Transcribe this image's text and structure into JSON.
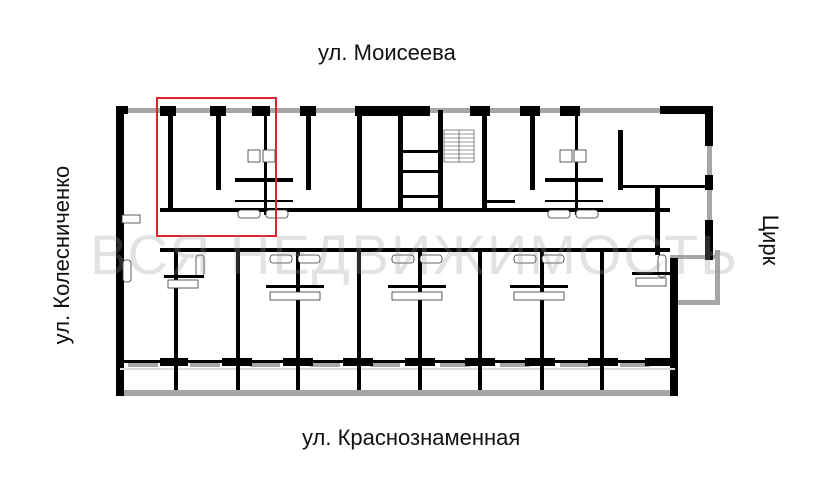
{
  "streets": {
    "top": "ул. Моисеева",
    "bottom": "ул. Краснознаменная",
    "left": "ул. Колесниченко",
    "right": "Цирк"
  },
  "watermark": "ВСЯ НЕДВИЖИМОСТЬ",
  "highlight": {
    "color": "#d9252b",
    "label": "selected-apartment"
  },
  "colors": {
    "wall": "#000000",
    "window": "#a6a6a6",
    "background": "#ffffff"
  }
}
